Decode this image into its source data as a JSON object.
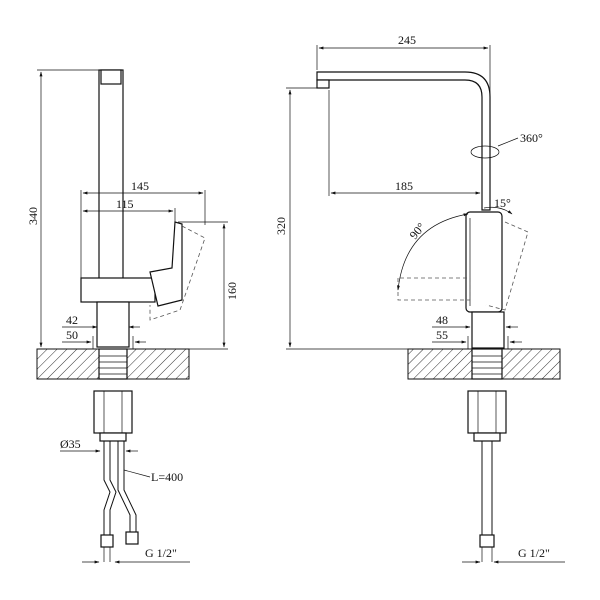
{
  "side_view": {
    "dims": {
      "height_total": "340",
      "reach_outer": "145",
      "reach_inner": "115",
      "lever_height": "160",
      "base_inner": "42",
      "base_outer": "50",
      "hole_diameter": "Ø35",
      "hose_length": "L=400",
      "thread": "G 1/2\""
    }
  },
  "front_view": {
    "dims": {
      "spout_reach": "245",
      "rotation": "360°",
      "spout_inner": "185",
      "height": "320",
      "lever_angle_small": "15°",
      "lever_angle_large": "90°",
      "base_inner": "48",
      "base_outer": "55",
      "thread": "G 1/2\""
    }
  }
}
